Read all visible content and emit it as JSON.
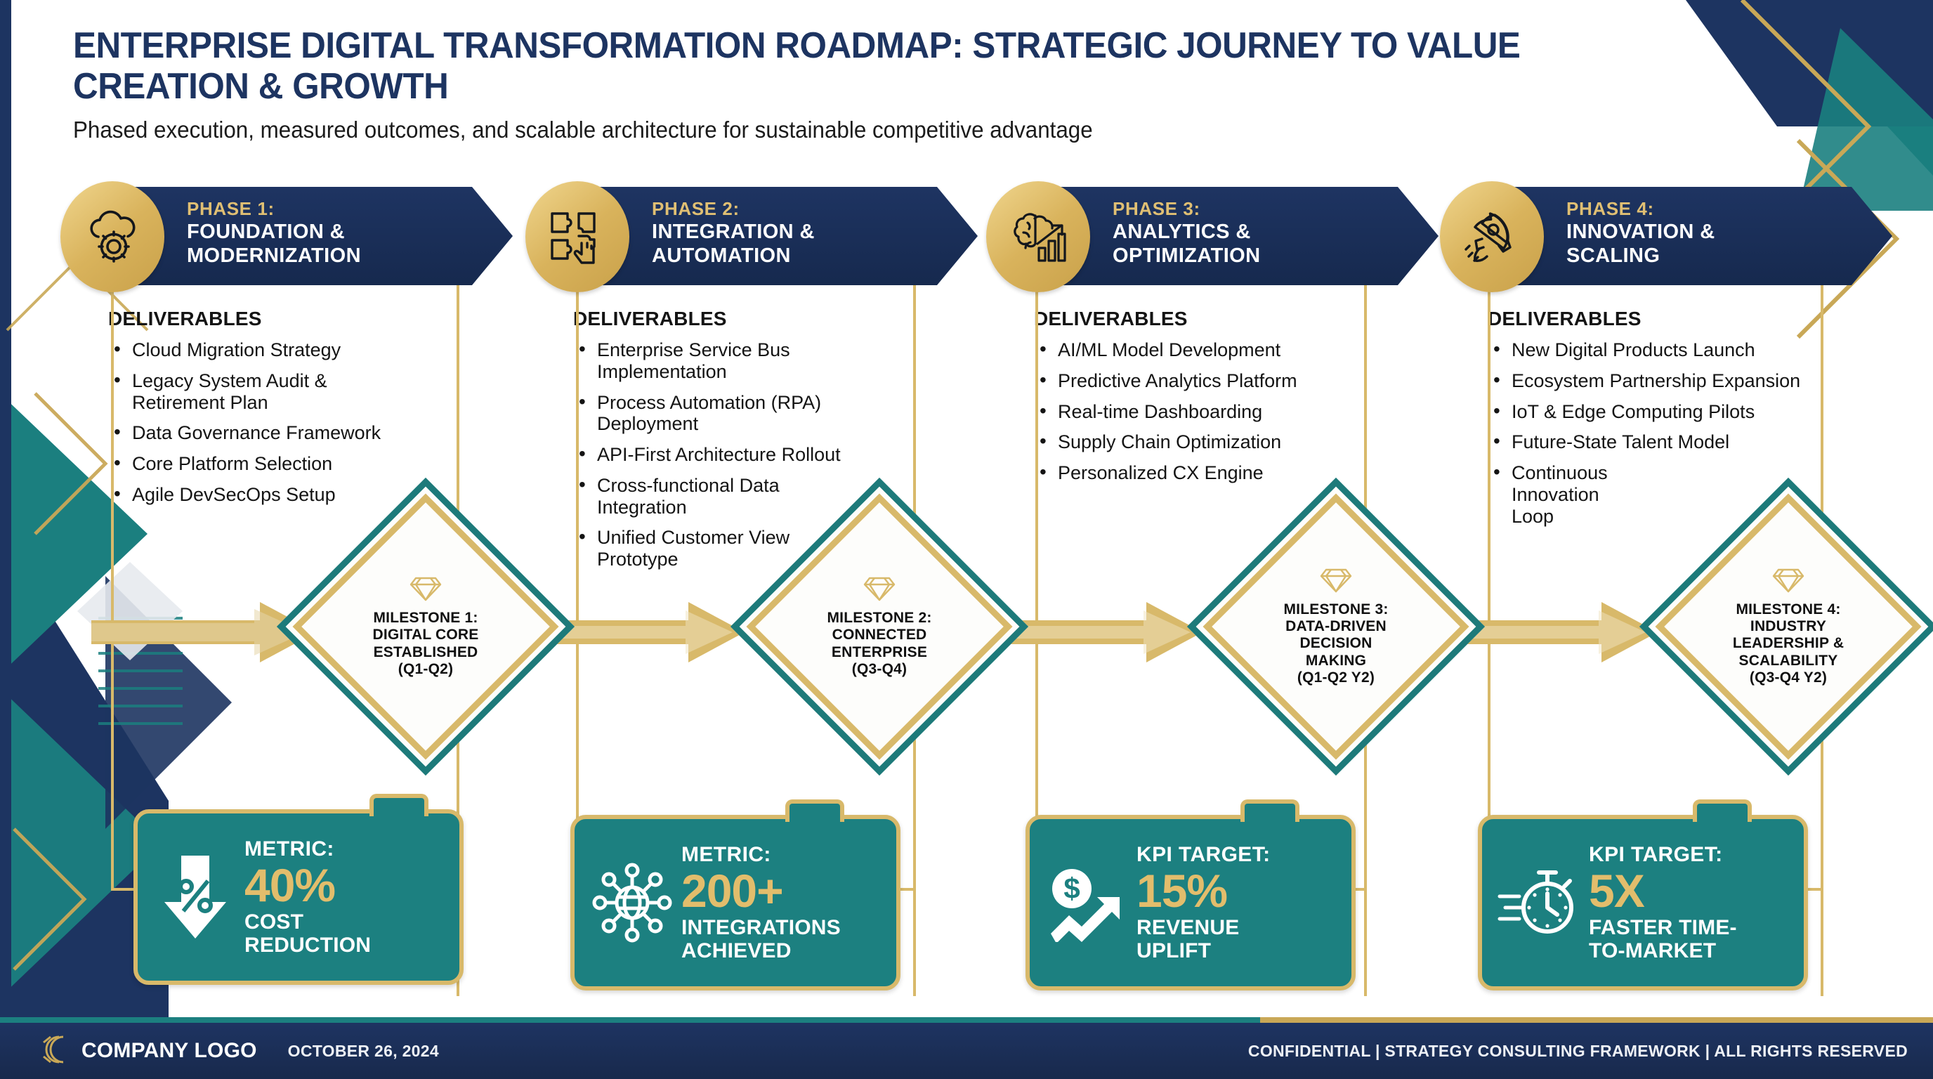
{
  "header": {
    "title": "ENTERPRISE DIGITAL TRANSFORMATION ROADMAP: STRATEGIC JOURNEY TO VALUE CREATION & GROWTH",
    "subtitle": "Phased execution, measured outcomes, and scalable architecture for sustainable competitive advantage"
  },
  "colors": {
    "navy": "#1e3462",
    "gold": "#d8b96a",
    "teal": "#1c8080",
    "gold_text": "#e0bf73",
    "white": "#ffffff"
  },
  "deliverables_heading": "DELIVERABLES",
  "phases": [
    {
      "kicker": "PHASE 1:",
      "name_line1": "FOUNDATION &",
      "name_line2": "MODERNIZATION",
      "icon": "cloud-gear-icon",
      "deliverables": [
        "Cloud Migration Strategy",
        "Legacy System Audit & Retirement Plan",
        "Data Governance Framework",
        "Core Platform Selection",
        "Agile DevSecOps Setup"
      ]
    },
    {
      "kicker": "PHASE 2:",
      "name_line1": "INTEGRATION &",
      "name_line2": "AUTOMATION",
      "icon": "puzzle-hand-icon",
      "deliverables": [
        "Enterprise Service Bus Implementation",
        "Process Automation (RPA) Deployment",
        "API-First Architecture Rollout",
        "Cross-functional Data Integration",
        "Unified Customer View Prototype"
      ]
    },
    {
      "kicker": "PHASE 3:",
      "name_line1": "ANALYTICS &",
      "name_line2": "OPTIMIZATION",
      "icon": "brain-chart-icon",
      "deliverables": [
        "AI/ML Model Development",
        "Predictive Analytics Platform",
        "Real-time Dashboarding",
        "Supply Chain Optimization",
        "Personalized CX Engine"
      ]
    },
    {
      "kicker": "PHASE 4:",
      "name_line1": "INNOVATION &",
      "name_line2": "SCALING",
      "icon": "rocket-icon",
      "deliverables": [
        "New Digital Products Launch",
        "Ecosystem Partnership Expansion",
        "IoT & Edge Computing Pilots",
        "Future-State Talent Model",
        "Continuous Innovation Loop"
      ]
    }
  ],
  "milestones": [
    {
      "icon": "diamond-gem-icon",
      "line1": "MILESTONE 1:",
      "line2": "DIGITAL CORE",
      "line3": "ESTABLISHED",
      "line4": "(Q1-Q2)"
    },
    {
      "icon": "diamond-gem-icon",
      "line1": "MILESTONE 2:",
      "line2": "CONNECTED",
      "line3": "ENTERPRISE",
      "line4": "(Q3-Q4)"
    },
    {
      "icon": "diamond-gem-icon",
      "line1": "MILESTONE 3:",
      "line2": "DATA-DRIVEN",
      "line3": "DECISION",
      "line4": "MAKING",
      "line5": "(Q1-Q2 Y2)"
    },
    {
      "icon": "diamond-gem-icon",
      "line1": "MILESTONE 4:",
      "line2": "INDUSTRY",
      "line3": "LEADERSHIP &",
      "line4": "SCALABILITY",
      "line5": "(Q3-Q4 Y2)"
    }
  ],
  "metrics": [
    {
      "icon": "percent-down-arrow-icon",
      "label": "METRIC:",
      "value": "40%",
      "desc_line1": "COST",
      "desc_line2": "REDUCTION"
    },
    {
      "icon": "globe-network-icon",
      "label": "METRIC:",
      "value": "200+",
      "desc_line1": "INTEGRATIONS",
      "desc_line2": "ACHIEVED"
    },
    {
      "icon": "dollar-growth-arrow-icon",
      "label": "KPI TARGET:",
      "value": "15%",
      "desc_line1": "REVENUE",
      "desc_line2": "UPLIFT"
    },
    {
      "icon": "stopwatch-icon",
      "label": "KPI TARGET:",
      "value": "5X",
      "desc_line1": "FASTER TIME-",
      "desc_line2": "TO-MARKET"
    }
  ],
  "footer": {
    "logo_icon": "company-c-logo-icon",
    "company": "COMPANY LOGO",
    "date": "OCTOBER 26, 2024",
    "rights": "CONFIDENTIAL | STRATEGY CONSULTING FRAMEWORK | ALL RIGHTS RESERVED"
  }
}
